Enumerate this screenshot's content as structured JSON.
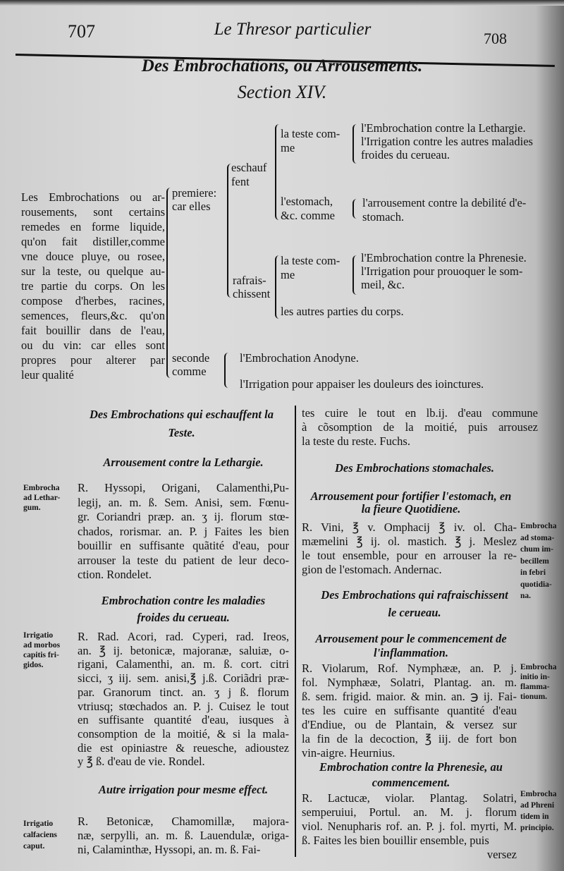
{
  "header": {
    "page_left": "707",
    "running_title": "Le Thresor particulier",
    "page_right": "708"
  },
  "title": "Des Embrochations, ou Arrousements.",
  "section": "Section XIV.",
  "tree": {
    "intro": [
      "Les Embrochations ou ar-",
      "rousements, sont certains",
      "remedes en forme liquide,",
      "qu'on fait distiller,comme",
      "vne douce pluye, ou rosee,",
      "sur la teste, ou quelque au-",
      "tre partie du corps. On les",
      "compose d'herbes, racines,",
      "semences, fleurs,&c. qu'on",
      "fait bouillir dans de l'eau,",
      "ou du vin: car elles sont",
      "propres pour alterer par",
      "leur qualité"
    ],
    "premiere": [
      "premiere:",
      "car elles"
    ],
    "eschauffent": [
      "eschauf",
      "fent"
    ],
    "eschauffent_teste": [
      "la teste com-",
      "me"
    ],
    "eschauffent_teste_items": [
      "l'Embrochation contre la Lethargie.",
      "l'Irrigation contre les autres maladies",
      "froides du cerueau."
    ],
    "eschauffent_estomach": [
      "l'estomach,",
      "&c. comme"
    ],
    "eschauffent_estomach_items": [
      "l'arrousement contre la debilité d'e-",
      "stomach."
    ],
    "rafraischissent": [
      "rafrais-",
      "chissent"
    ],
    "rafraischissent_teste": [
      "la teste com-",
      "me"
    ],
    "rafraischissent_teste_items": [
      "l'Embrochation contre la Phrenesie.",
      "l'Irrigation pour prouoquer le som-",
      "meil, &c."
    ],
    "rafraischissent_autres": "les autres parties du corps.",
    "seconde": [
      "seconde",
      "comme"
    ],
    "seconde_items": [
      "l'Embrochation Anodyne.",
      "l'Irrigation pour appaiser les douleurs des ioinctures."
    ]
  },
  "left_column": {
    "h1": [
      "Des Embrochations qui eschauffent la",
      "Teste."
    ],
    "s1_title": "Arrousement contre la Lethargie.",
    "s1_body": [
      "R. Hyssopi, Origani, Calamenthi,Pu-",
      "legij, an. m. ß. Sem. Anisi, sem. Fœnu-",
      "gr. Coriandri præp. an. ʒ ij. florum stœ-",
      "chados, rorismar. an. P. j Faites les bien",
      "bouillir en suffisante quãtité d'eau, pour",
      "arrouser la teste du patient de leur deco-",
      "ction. Rondelet."
    ],
    "s1_note": [
      "Embrocha",
      "ad Lethar-",
      "gum."
    ],
    "s2_title": [
      "Embrochation contre les maladies",
      "froides du cerueau."
    ],
    "s2_body": [
      "R. Rad. Acori, rad. Cyperi, rad. Ireos,",
      "an. ℥ ij. betonicæ, majoranæ, saluiæ, o-",
      "rigani, Calamenthi, an. m. ß. cort. citri",
      "sicci, ʒ iij. sem. anisi,℥ j.ß. Coriãdri præ-",
      "par. Granorum tinct. an. ʒ j ß. florum",
      "vtriusq; stœchados an. P. j. Cuisez le tout",
      "en suffisante quantité d'eau, iusques à",
      "consomption de la moitié, & si la mala-",
      "die est opiniastre & reuesche, adioustez",
      "y ℥ ß. d'eau de vie. Rondel."
    ],
    "s2_note": [
      "Irrigatio",
      "ad morbos",
      "capitis fri-",
      "gidos."
    ],
    "s3_title": "Autre irrigation pour mesme effect.",
    "s3_body": [
      "R. Betonicæ, Chamomillæ, majora-",
      "næ, serpylli, an. m. ß. Lauendulæ, origa-",
      "ni, Calaminthæ, Hyssopi, an. m. ß. Fai-"
    ],
    "s3_note": [
      "Irrigatio",
      "calfaciens",
      "caput."
    ]
  },
  "right_column": {
    "cont_body": [
      "tes cuire le tout en lb.ij. d'eau commune",
      "à cõsomption de la moitié, puis arrousez",
      "la teste du reste. Fuchs."
    ],
    "h2": "Des Embrochations stomachales.",
    "r1_title": [
      "Arrousement pour fortifier l'estomach, en",
      "la fieure Quotidiene."
    ],
    "r1_body": [
      "R. Vini, ℥ v. Omphacij ℥ iv. ol. Cha-",
      "mæmelini ℥ ij. ol. mastich. ℥ j. Meslez",
      "le tout ensemble, pour en arrouser la re-",
      "gion de l'estomach. Andernac."
    ],
    "r1_note": [
      "Embrocha",
      "ad stoma-",
      "chum im-",
      "becillem",
      "in febri",
      "quotidia-",
      "na."
    ],
    "h3": [
      "Des Embrochations qui rafraischissent",
      "le cerueau."
    ],
    "r2_title": [
      "Arrousement pour le commencement de",
      "l'inflammation."
    ],
    "r2_body": [
      "R. Violarum, Rof. Nymphææ, an. P. j.",
      "fol. Nymphææ, Solatri, Plantag. an. m.",
      "ß. sem. frigid. maior. & min. an. ℈ ij. Fai-",
      "tes les cuire en suffisante quantité d'eau",
      "d'Endiue, ou de Plantain, & versez sur",
      "la fin de la decoction, ℥ iij. de fort bon",
      "vin-aigre. Heurnius."
    ],
    "r2_note": [
      "Embrocha",
      "initio in-",
      "flamma-",
      "tionum."
    ],
    "r3_title": [
      "Embrochation contre la Phrenesie, au",
      "commencement."
    ],
    "r3_body": [
      "R. Lactucæ, violar. Plantag. Solatri,",
      "semperuiui, Portul. an. M. j. florum",
      "viol. Nenupharis rof. an. P. j. fol. myrti, M.",
      "ß. Faites les bien bouillir ensemble, puis"
    ],
    "r3_catchword": "versez",
    "r3_note": [
      "Embrocha",
      "ad Phreni",
      "tidem in",
      "principio."
    ]
  }
}
